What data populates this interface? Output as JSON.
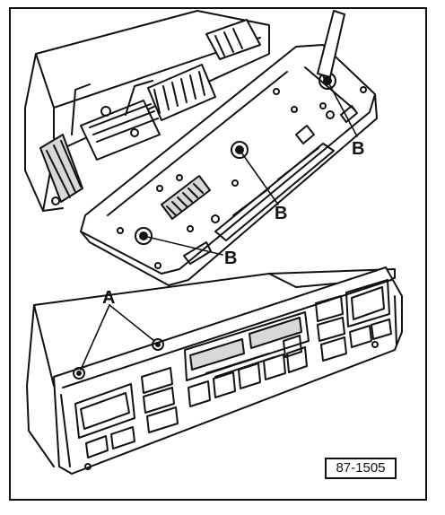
{
  "figure": {
    "callouts": {
      "a": "A",
      "b_top": "B",
      "b_middle": "B",
      "b_bottom": "B"
    },
    "reference_number": "87-1505",
    "colors": {
      "ink": "#111111",
      "paper": "#ffffff",
      "shade": "#d8d8d8"
    }
  }
}
